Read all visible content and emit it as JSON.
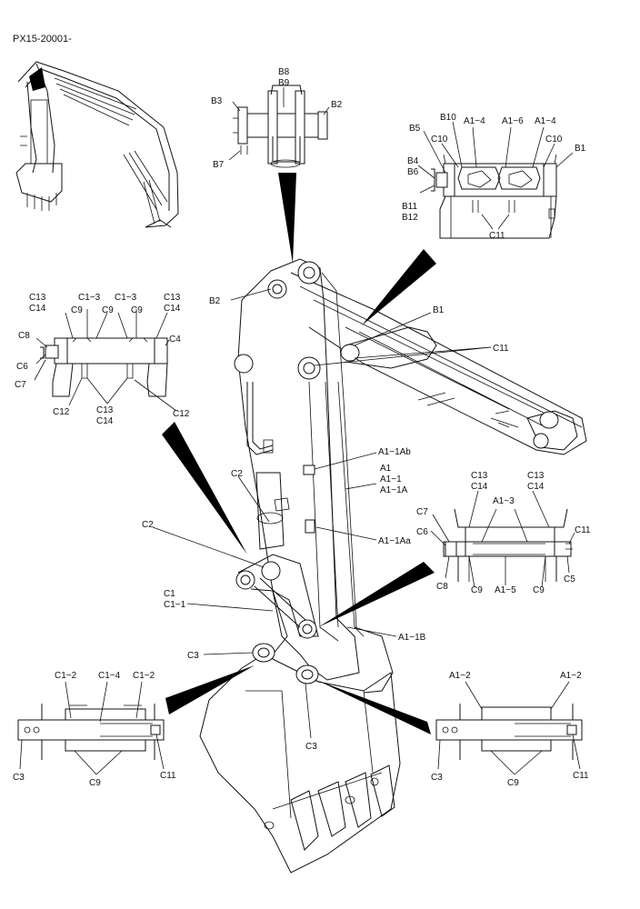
{
  "doc_code": "PX15-20001-",
  "labels": {
    "B8": "B8",
    "B9": "B9",
    "B3": "B3",
    "B2": "B2",
    "B7": "B7",
    "B10": "B10",
    "B5": "B5",
    "A1_4": "A1−4",
    "A1_6": "A1−6",
    "C10": "C10",
    "B1": "B1",
    "B4": "B4",
    "B6": "B6",
    "B11": "B11",
    "B12": "B12",
    "C11": "C11",
    "C13": "C13",
    "C14": "C14",
    "C1_3": "C1−3",
    "C9": "C9",
    "C8": "C8",
    "C4": "C4",
    "C6": "C6",
    "C7": "C7",
    "C12": "C12",
    "A1_1Ab": "A1−1Ab",
    "A1": "A1",
    "A1_1": "A1−1",
    "A1_1A": "A1−1A",
    "C2": "C2",
    "A1_1Aa": "A1−1Aa",
    "A1_3": "A1−3",
    "C5": "C5",
    "A1_5": "A1−5",
    "C1": "C1",
    "C1_1": "C1−1",
    "A1_1B": "A1−1B",
    "C3": "C3",
    "C1_2": "C1−2",
    "C1_4": "C1−4",
    "A1_2": "A1−2"
  }
}
